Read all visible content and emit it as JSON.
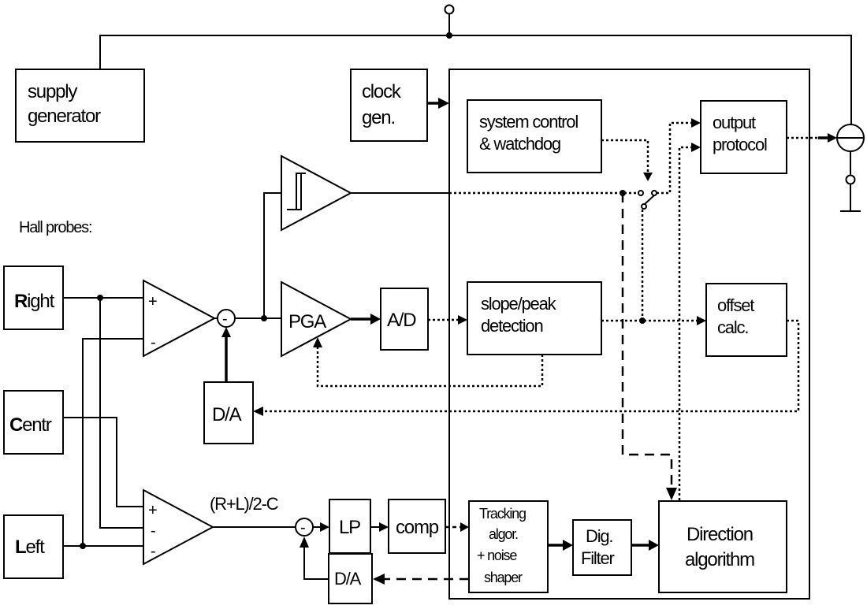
{
  "blocks": {
    "supply": [
      "supply",
      "generator"
    ],
    "clock": [
      "clock",
      "gen."
    ],
    "system_control": [
      "system control",
      "& watchdog"
    ],
    "output_protocol": [
      "output",
      "protocol"
    ],
    "slope_peak": [
      "slope/peak",
      "detection"
    ],
    "offset": [
      "offset",
      "calc."
    ],
    "tracking": [
      "Tracking",
      "algor.",
      "+ noise",
      "shaper"
    ],
    "dig_filter": [
      "Dig.",
      "Filter"
    ],
    "direction": [
      "Direction",
      "algorithm"
    ],
    "pga": "PGA",
    "ad": "A/D",
    "da_top": "D/A",
    "da_bottom": "D/A",
    "lp": "LP",
    "comp": "comp"
  },
  "labels": {
    "hall_probes": "Hall probes:",
    "sum_formula": "(R+L)/2-C",
    "plus": "+",
    "minus": "-",
    "subtract": "-"
  },
  "probes": [
    {
      "initial": "R",
      "rest": "ight"
    },
    {
      "initial": "C",
      "rest": "entr"
    },
    {
      "initial": "L",
      "rest": "eft"
    }
  ]
}
